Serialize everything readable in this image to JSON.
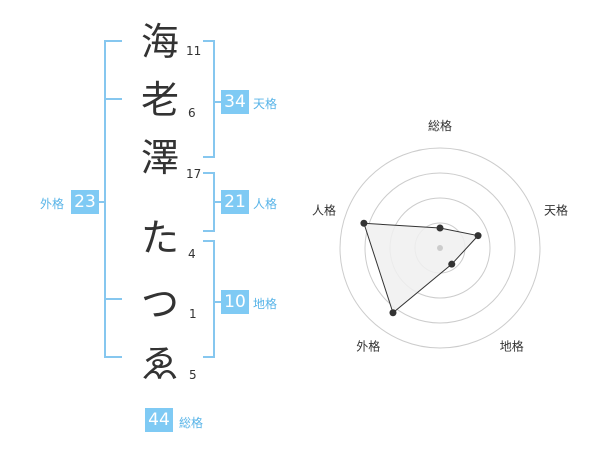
{
  "name_chars": [
    "海",
    "老",
    "澤",
    "た",
    "つ",
    "ゑ"
  ],
  "strokes": [
    "11",
    "6",
    "17",
    "4",
    "1",
    "5"
  ],
  "scores": {
    "tenkaku": {
      "value": "34",
      "label": "天格"
    },
    "jinkaku": {
      "value": "21",
      "label": "人格"
    },
    "chikaku": {
      "value": "10",
      "label": "地格"
    },
    "gaikaku": {
      "value": "23",
      "label": "外格"
    },
    "soukaku": {
      "value": "44",
      "label": "総格"
    }
  },
  "chart_data": {
    "type": "radar",
    "axes": [
      "総格",
      "天格",
      "地格",
      "外格",
      "人格"
    ],
    "rings": 4,
    "values": [
      1,
      2,
      1,
      4,
      4
    ],
    "max": 5,
    "fill": "#f0f0f0",
    "line_color": "#333333"
  }
}
